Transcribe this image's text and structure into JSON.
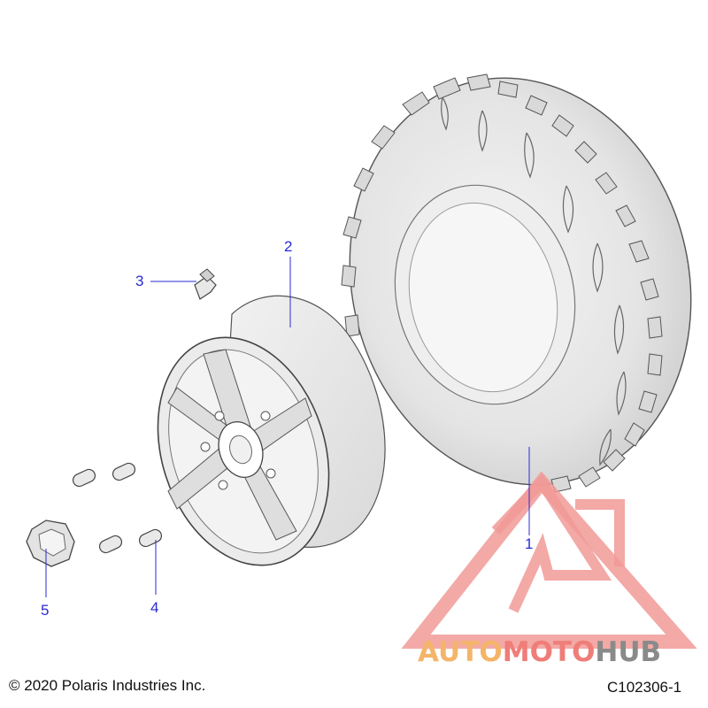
{
  "callouts": {
    "c1": "1",
    "c2": "2",
    "c3": "3",
    "c4": "4",
    "c5": "5"
  },
  "footer": {
    "copyright": "© 2020 Polaris Industries Inc.",
    "figure_code": "C102306-1"
  },
  "watermark": {
    "part1": "AUTO",
    "part2": "MOTO",
    "part3": "HUB"
  },
  "colors": {
    "callout": "#2a2ad6",
    "logo_red": "#e2342d",
    "logo_orange": "#f2a51e",
    "logo_gray": "#7a7a7a"
  }
}
